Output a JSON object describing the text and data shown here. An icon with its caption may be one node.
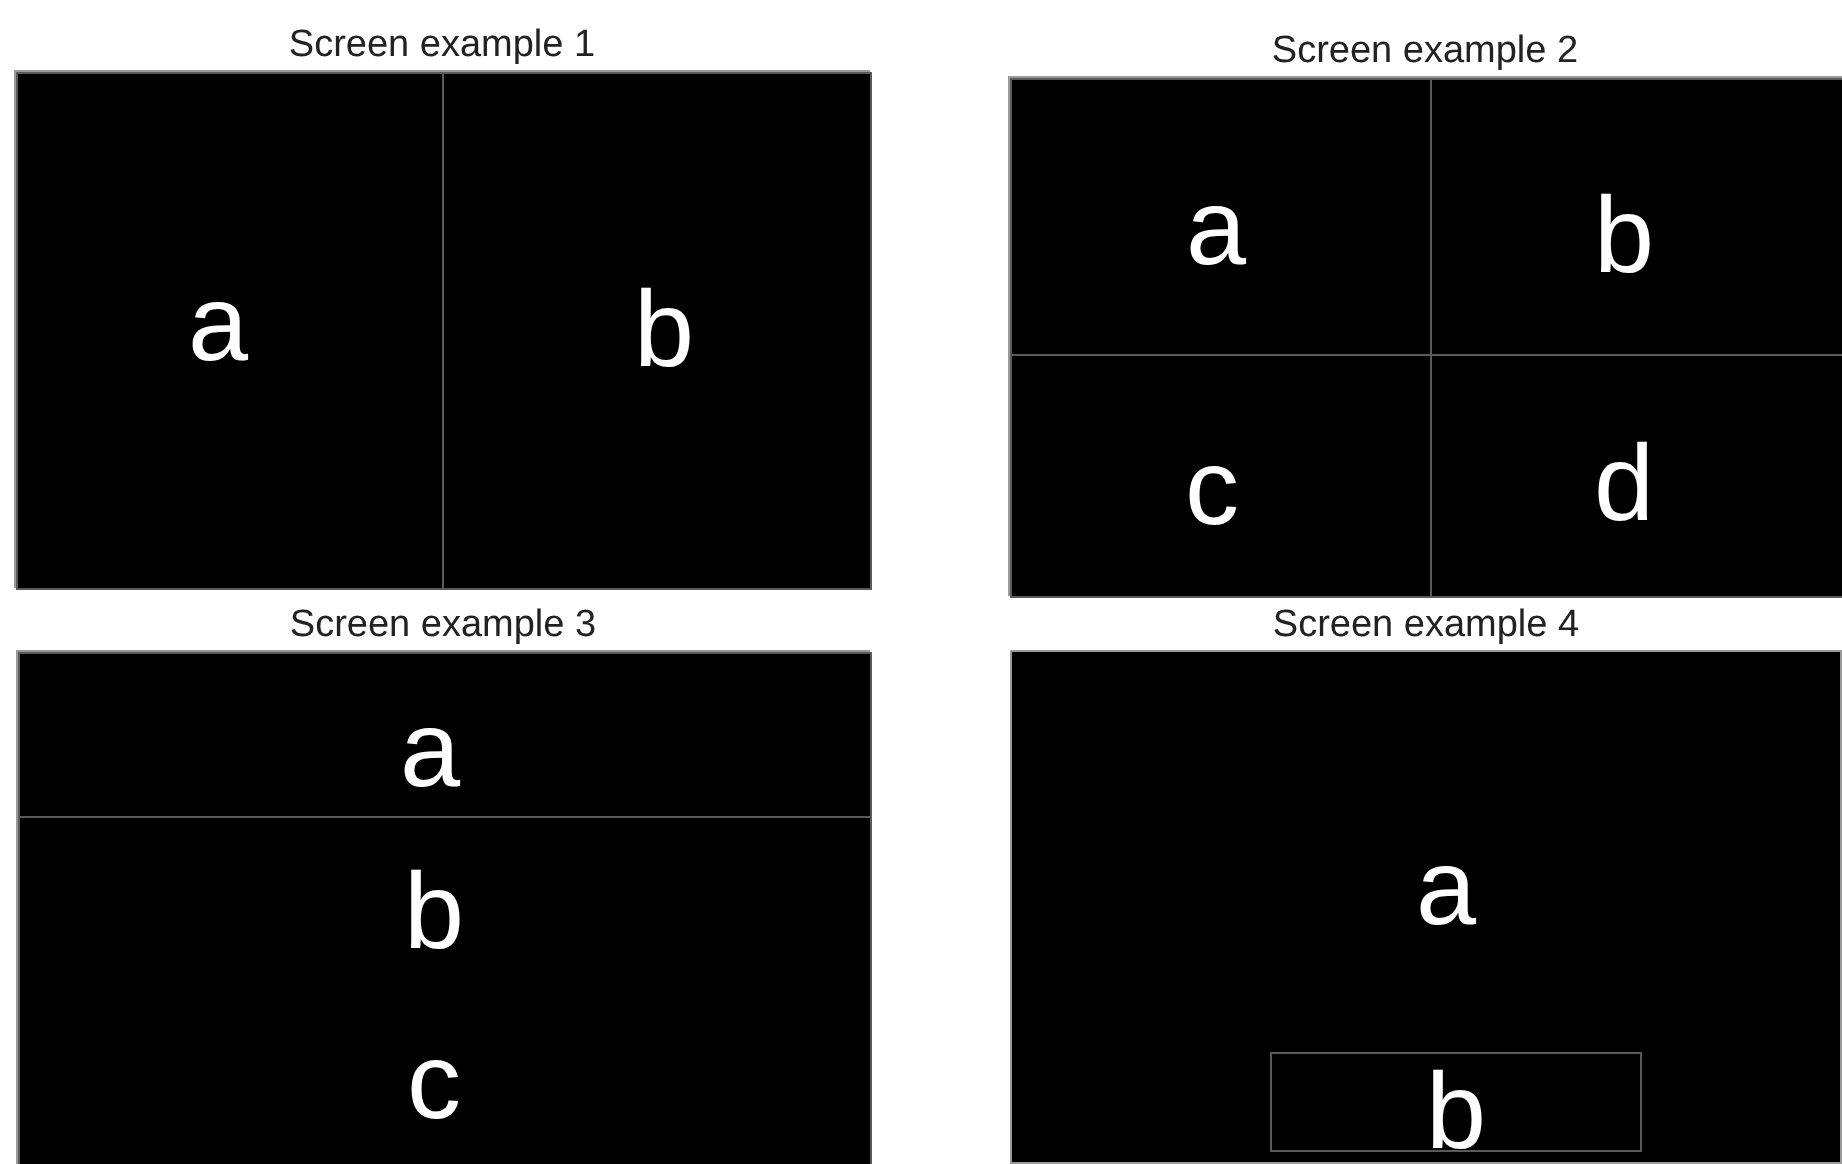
{
  "diagram": {
    "nodes": [
      {
        "text": [
          "Screen example 1"
        ]
      },
      {
        "text": [
          "a"
        ],
        "in": 0
      },
      {
        "text": [
          "b"
        ],
        "in": 0
      },
      {
        "text": [
          "Screen example 2"
        ]
      },
      {
        "text": [
          "a"
        ],
        "in": 3
      },
      {
        "text": [
          "b"
        ],
        "in": 3
      },
      {
        "text": [
          "c"
        ],
        "in": 3
      },
      {
        "text": [
          "d"
        ],
        "in": 3
      },
      {
        "text": [
          "Screen example 3"
        ]
      },
      {
        "text": [
          "a"
        ],
        "in": 8
      },
      {
        "text": [
          "b",
          "c"
        ],
        "in": 8
      },
      {
        "text": [
          "Screen example 4",
          "a"
        ]
      },
      {
        "text": [
          "b"
        ],
        "in": 11
      }
    ]
  }
}
